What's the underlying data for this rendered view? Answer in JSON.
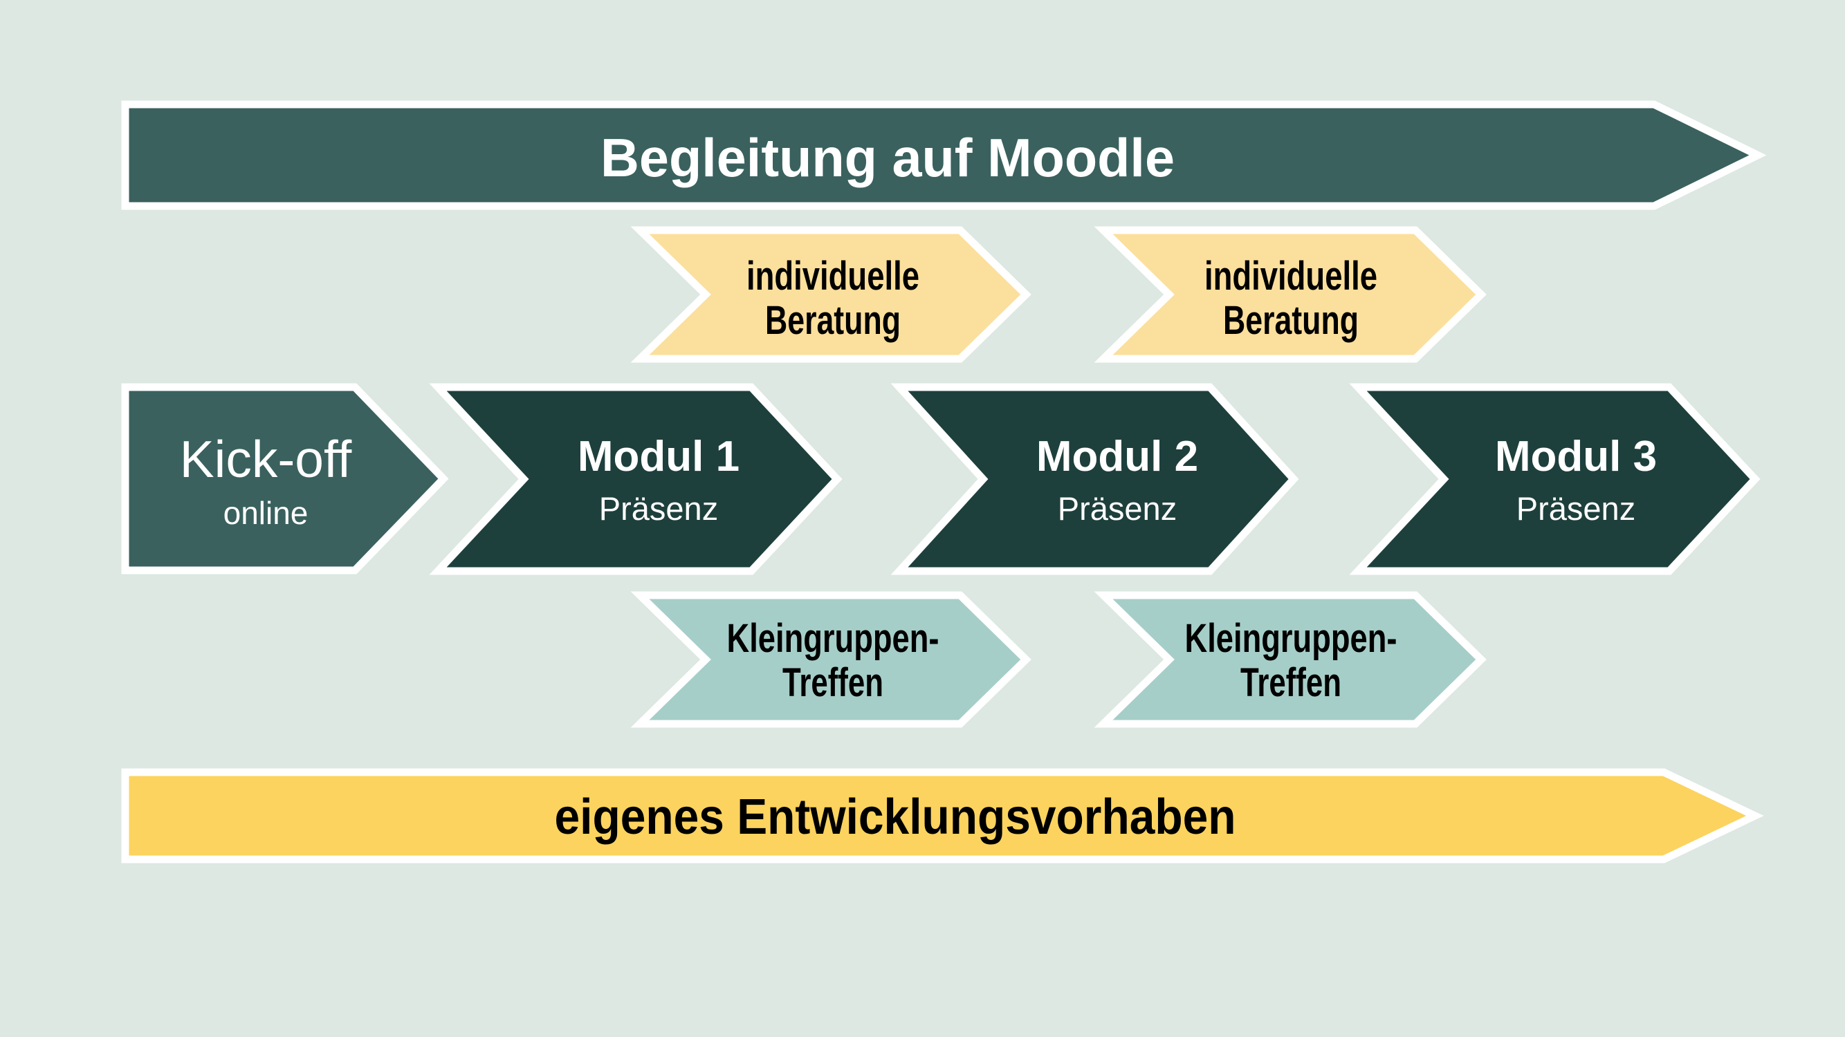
{
  "colors": {
    "background": "#DCE8E1",
    "teal_medium": "#3A615E",
    "teal_dark": "#1E403D",
    "yellow_light": "#FBDF9C",
    "yellow_gold": "#FBD35E",
    "teal_pale": "#A6CEC9",
    "text_light": "#FFFFFF",
    "text_dark": "#000000",
    "outline": "#FFFFFF"
  },
  "moodle_banner": {
    "label": "Begleitung auf Moodle"
  },
  "development_banner": {
    "label": "eigenes Entwicklungsvorhaben"
  },
  "consultation_arrows": [
    {
      "line1": "individuelle",
      "line2": "Beratung"
    },
    {
      "line1": "individuelle",
      "line2": "Beratung"
    }
  ],
  "timeline_arrows": [
    {
      "title": "Kick-off",
      "subtitle": "online"
    },
    {
      "title": "Modul 1",
      "subtitle": "Präsenz"
    },
    {
      "title": "Modul 2",
      "subtitle": "Präsenz"
    },
    {
      "title": "Modul 3",
      "subtitle": "Präsenz"
    }
  ],
  "small_group_arrows": [
    {
      "line1": "Kleingruppen-",
      "line2": "Treffen"
    },
    {
      "line1": "Kleingruppen-",
      "line2": "Treffen"
    }
  ]
}
